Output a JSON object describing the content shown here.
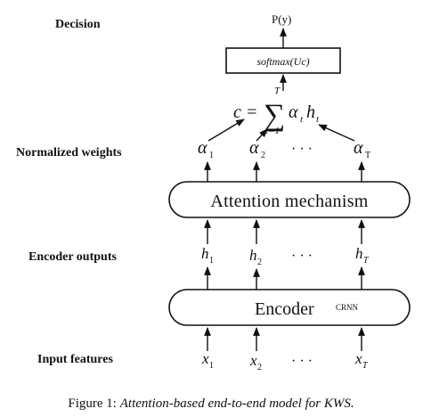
{
  "row_labels": {
    "decision": "Decision",
    "normalized_weights": "Normalized weights",
    "encoder_outputs": "Encoder outputs",
    "input_features": "Input features"
  },
  "output": {
    "prob_text": "P(y)",
    "softmax_text": "softmax(Uc)"
  },
  "context_formula": {
    "lhs": "c =",
    "sum_upper": "T",
    "sum_lower": "t=1",
    "term_alpha": "α",
    "term_alpha_sub": "t",
    "term_h": "h",
    "term_h_sub": "t"
  },
  "weights": {
    "w1": {
      "base": "α",
      "sub": "1"
    },
    "w2": {
      "base": "α",
      "sub": "2"
    },
    "wT": {
      "base": "α",
      "sub": "T"
    },
    "ellipsis": "· · ·"
  },
  "attention": {
    "label": "Attention mechanism"
  },
  "encoder_outputs": {
    "h1": {
      "base": "h",
      "sub": "1"
    },
    "h2": {
      "base": "h",
      "sub": "2"
    },
    "hT": {
      "base": "h",
      "sub": "T"
    },
    "ellipsis": "· · ·"
  },
  "encoder": {
    "label": "Encoder",
    "annotation": "CRNN",
    "annotation_color": "#e0201b"
  },
  "inputs": {
    "x1": {
      "base": "x",
      "sub": "1"
    },
    "x2": {
      "base": "x",
      "sub": "2"
    },
    "xT": {
      "base": "x",
      "sub": "T"
    },
    "ellipsis": "· · ·"
  },
  "caption": {
    "prefix": "Figure 1: ",
    "text": "Attention-based end-to-end model for KWS."
  }
}
